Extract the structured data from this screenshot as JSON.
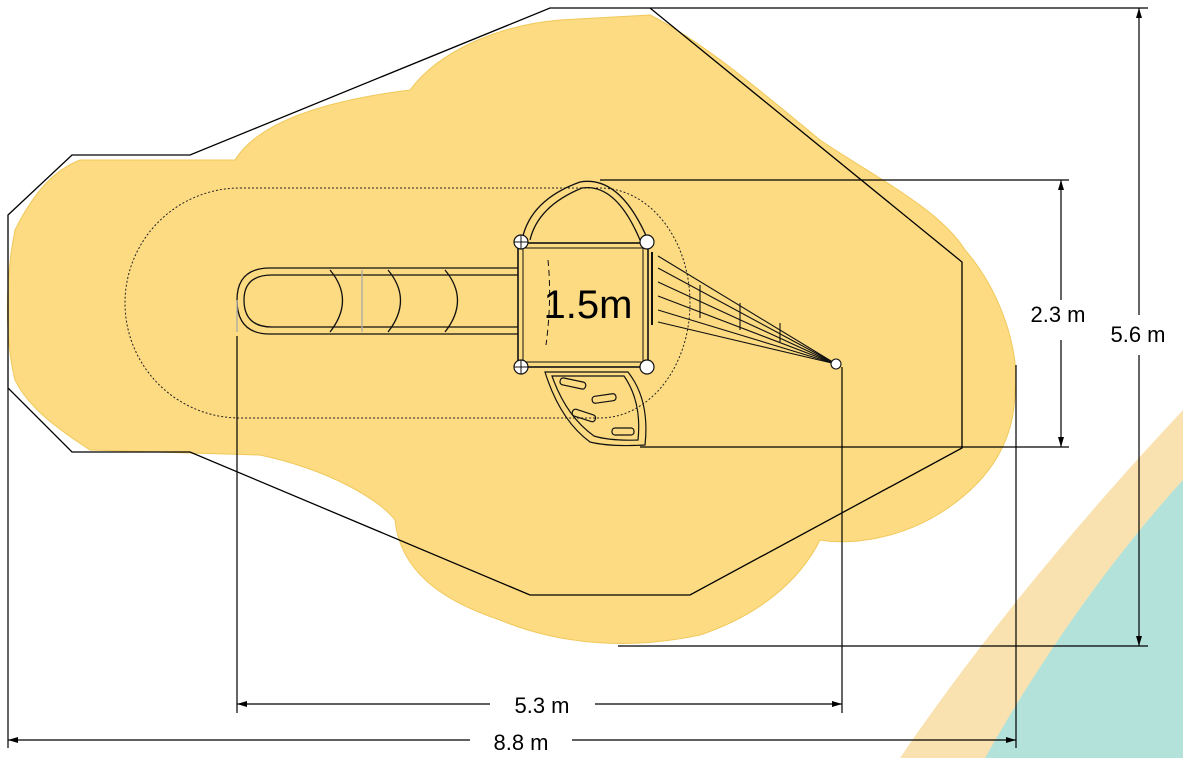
{
  "diagram": {
    "platform_height_label": "1.5m",
    "dimensions": {
      "overall_width": "8.8 m",
      "equipment_width": "5.3 m",
      "overall_depth": "5.6 m",
      "equipment_depth": "2.3 m"
    },
    "colors": {
      "safety_zone": "#FDDB82",
      "accent_orange": "#F6D58E",
      "accent_teal": "#B3E2DA",
      "line": "#000000"
    }
  }
}
